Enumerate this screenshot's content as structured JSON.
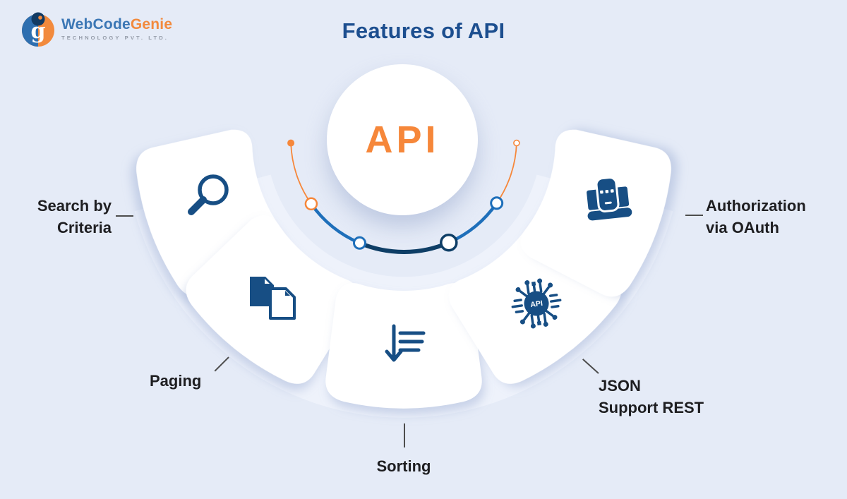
{
  "brand": {
    "logo_text_blue": "WebCode",
    "logo_text_orange": "Genie",
    "tagline": "TECHNOLOGY PVT. LTD.",
    "logo_glyph": "g"
  },
  "title": "Features of API",
  "center_label": "API",
  "chip_icon_text": "API",
  "features": [
    {
      "name": "search-by-criteria",
      "icon": "search-icon",
      "lines": [
        "Search by",
        "Criteria"
      ]
    },
    {
      "name": "paging",
      "icon": "documents-icon",
      "lines": [
        "Paging"
      ]
    },
    {
      "name": "sorting",
      "icon": "sort-descending-icon",
      "lines": [
        "Sorting"
      ]
    },
    {
      "name": "json-support-rest",
      "icon": "api-chip-icon",
      "lines": [
        "JSON",
        "Support REST"
      ]
    },
    {
      "name": "authorization-via-oauth",
      "icon": "laptop-auth-icon",
      "lines": [
        "Authorization",
        "via OAuth"
      ]
    }
  ],
  "colors": {
    "background": "#e5ebf7",
    "accent_orange": "#f6873a",
    "icon_navy": "#174e84",
    "title_blue": "#1c4e8f",
    "arc_blue": "#1e6fba",
    "arc_navy": "#0e3e66"
  }
}
